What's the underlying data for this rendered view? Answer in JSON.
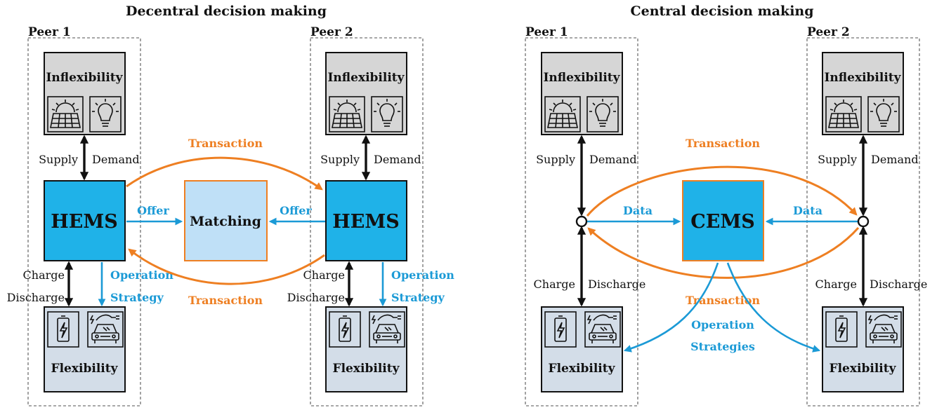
{
  "left": {
    "title": "Decentral decision making",
    "peer1": "Peer 1",
    "peer2": "Peer 2",
    "inflexibility": "Inflexibility",
    "flexibility": "Flexibility",
    "hems": "HEMS",
    "matching": "Matching",
    "supply": "Supply",
    "demand": "Demand",
    "charge": "Charge",
    "discharge": "Discharge",
    "offer": "Offer",
    "operation": "Operation",
    "strategy": "Strategy",
    "transaction": "Transaction"
  },
  "right": {
    "title": "Central decision making",
    "peer1": "Peer 1",
    "peer2": "Peer 2",
    "inflexibility": "Inflexibility",
    "flexibility": "Flexibility",
    "cems": "CEMS",
    "supply": "Supply",
    "demand": "Demand",
    "charge": "Charge",
    "discharge": "Discharge",
    "data": "Data",
    "operation": "Operation",
    "strategies": "Strategies",
    "transaction": "Transaction"
  },
  "colors": {
    "transaction": "#ee7f22",
    "information": "#1b9ad6",
    "ems_box": "#1fb2e8",
    "matching_box": "#bfe0f7",
    "inflexibility_box": "#d6d6d6",
    "flexibility_box": "#d3dde8"
  },
  "icons": [
    "solar-panel-icon",
    "light-bulb-icon",
    "battery-icon",
    "electric-car-icon"
  ]
}
